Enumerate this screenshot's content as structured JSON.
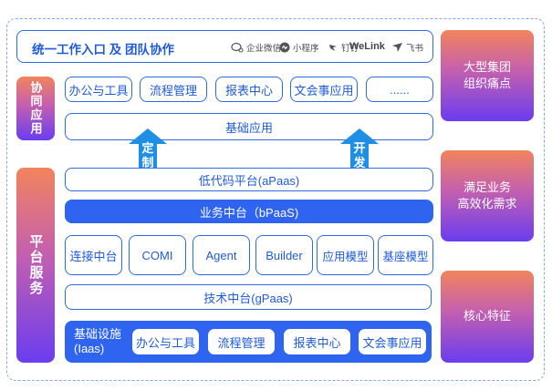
{
  "header": {
    "title": "统一工作入口 及 团队协作",
    "logos": [
      {
        "name": "企业微信",
        "icon": "wecom-icon"
      },
      {
        "name": "小程序",
        "icon": "miniprogram-icon"
      },
      {
        "name": "钉钉",
        "icon": "dingtalk-icon"
      },
      {
        "name": "WeLink",
        "icon": ""
      },
      {
        "name": "飞书",
        "icon": "feishu-icon"
      }
    ]
  },
  "left": {
    "collab_label": "协同应用",
    "platform_label": "平台服务"
  },
  "collab_apps": [
    "办公与工具",
    "流程管理",
    "报表中心",
    "文会事应用",
    "......"
  ],
  "base_app": "基础应用",
  "arrows": [
    "定制",
    "开发"
  ],
  "apaas": "低代码平台(aPaas)",
  "bpaas": "业务中台（bPaaS)",
  "middle_modules": [
    "连接中台",
    "COMI",
    "Agent",
    "Builder",
    "应用模型",
    "基座模型"
  ],
  "gpaas": "技术中台(gPaas)",
  "infra": {
    "label_line1": "基础设施",
    "label_line2": "(Iaas)",
    "items": [
      "办公与工具",
      "流程管理",
      "报表中心",
      "文会事应用"
    ]
  },
  "right_panels": [
    {
      "line1": "大型集团",
      "line2": "组织痛点"
    },
    {
      "line1": "满足业务",
      "line2": "高效化需求"
    },
    {
      "line1": "核心特征",
      "line2": ""
    }
  ],
  "colors": {
    "primary_blue": "#2f64f0",
    "border_blue": "#2b6be6",
    "text_blue": "#1f5bd8",
    "gradient_top": "#f2845c",
    "gradient_bottom": "#6a3df0",
    "arrow_blue": "#1f8fe6"
  }
}
